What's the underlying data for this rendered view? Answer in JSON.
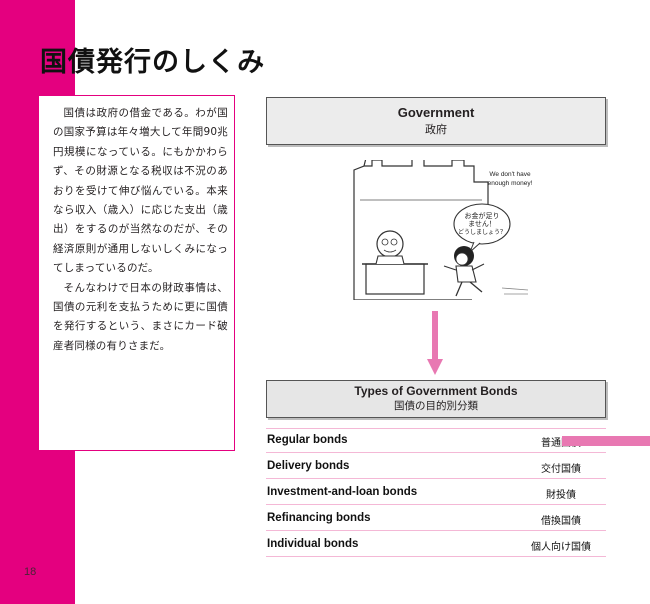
{
  "page_number": "18",
  "title": "国債発行のしくみ",
  "body_paragraphs": [
    "国債は政府の借金である。わが国の国家予算は年々増大して年間90兆円規模になっている。にもかかわらず、その財源となる税収は不況のあおりを受けて伸び悩んでいる。本来なら収入（歳入）に応じた支出（歳出）をするのが当然なのだが、その経済原則が通用しないしくみになってしまっているのだ。",
    "そんなわけで日本の財政事情は、国債の元利を支払うために更に国債を発行するという、まさにカード破産者同様の有りさまだ。"
  ],
  "government": {
    "en": "Government",
    "jp": "政府"
  },
  "illustration": {
    "speech_en_line1": "We don't have",
    "speech_en_line2": "enough money!",
    "speech_jp_line1": "お金が足り",
    "speech_jp_line2": "ません！",
    "speech_jp_line3": "どうしましょう？"
  },
  "types": {
    "en": "Types of Government Bonds",
    "jp": "国債の目的別分類"
  },
  "bonds": [
    {
      "en": "Regular bonds",
      "jp": "普通国債"
    },
    {
      "en": "Delivery bonds",
      "jp": "交付国債"
    },
    {
      "en": "Investment-and-loan bonds",
      "jp": "財投債"
    },
    {
      "en": "Refinancing bonds",
      "jp": "借換国債"
    },
    {
      "en": "Individual bonds",
      "jp": "個人向け国債"
    }
  ],
  "colors": {
    "accent": "#e4007f",
    "arrow": "#e878b2",
    "divider": "#f4b8d6"
  }
}
